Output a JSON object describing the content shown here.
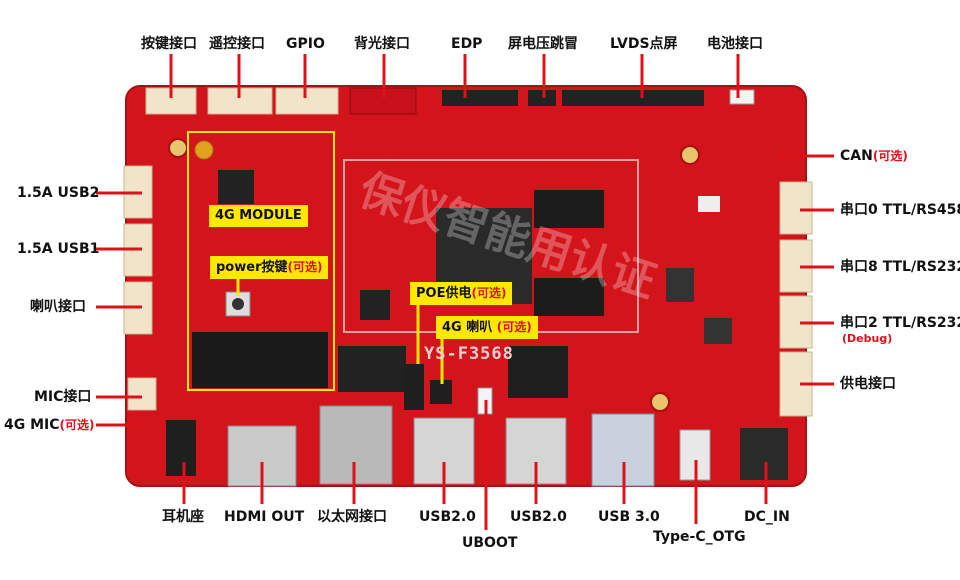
{
  "top_labels": [
    "按键接口",
    "遥控接口",
    "GPIO",
    "背光接口",
    "EDP",
    "屏电压跳冒",
    "LVDS点屏",
    "电池接口"
  ],
  "left_labels": [
    "1.5A USB2",
    "1.5A USB1",
    "喇叭接口",
    "MIC接口"
  ],
  "left_mic": {
    "text": "4G MIC",
    "opt": "(可选)"
  },
  "right_can": {
    "text": "CAN",
    "opt": "(可选)"
  },
  "right_labels": [
    "串口0 TTL/RS458",
    "串口8 TTL/RS232",
    "串口2 TTL/RS232",
    "供电接口"
  ],
  "right_debug": "(Debug)",
  "bottom_labels": [
    "耳机座",
    "HDMI OUT",
    "以太网接口",
    "USB2.0",
    "UBOOT",
    "USB2.0",
    "USB 3.0",
    "Type-C_OTG",
    "DC_IN"
  ],
  "callouts": {
    "module": "4G MODULE",
    "power": "power按键",
    "power_opt": "(可选)",
    "poe": "POE供电",
    "poe_opt": "(可选)",
    "speaker": "4G 喇叭",
    "speaker_opt": "(可选)"
  },
  "board": {
    "model": "YS-F3568",
    "watermark": "保仪智能用认证"
  },
  "colors": {
    "board": "#d4141b",
    "board_dark": "#a80f14",
    "leader": "#e0101a",
    "highlight": "#ffe800"
  }
}
